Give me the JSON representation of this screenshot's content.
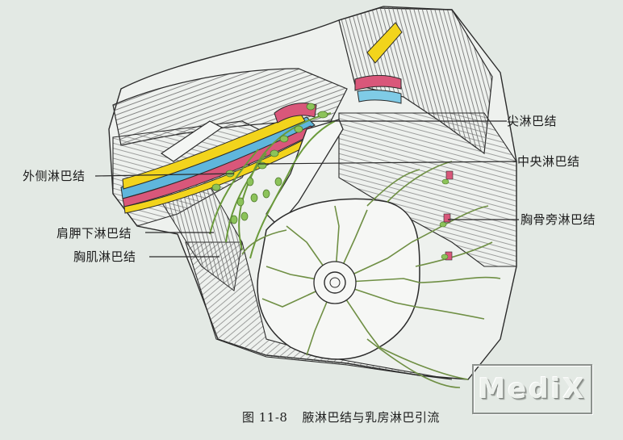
{
  "figure": {
    "title": "腋淋巴结与乳房淋巴引流",
    "number": "图 11-8",
    "watermark": "MediX"
  },
  "labels": {
    "apical": "尖淋巴结",
    "central": "中央淋巴结",
    "lateral": "外侧淋巴结",
    "subscapular": "肩胛下淋巴结",
    "pectoral": "胸肌淋巴结",
    "parasternal": "胸骨旁淋巴结"
  },
  "colors": {
    "background": "#e3e9e4",
    "nerve": "#f2d41c",
    "artery": "#d9577a",
    "vein": "#5fb6dc",
    "lymph": "#7fb34a",
    "ink": "#2b2b2b"
  }
}
